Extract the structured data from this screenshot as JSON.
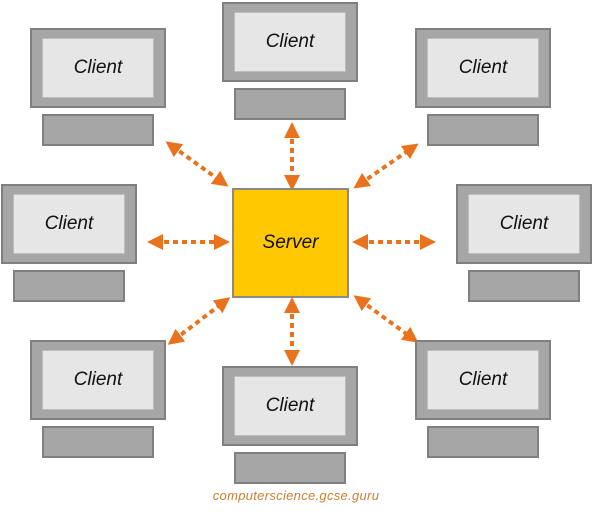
{
  "clients": [
    {
      "label": "Client"
    },
    {
      "label": "Client"
    },
    {
      "label": "Client"
    },
    {
      "label": "Client"
    },
    {
      "label": "Client"
    },
    {
      "label": "Client"
    },
    {
      "label": "Client"
    },
    {
      "label": "Client"
    }
  ],
  "server": {
    "label": "Server"
  },
  "footer": {
    "credit": "computerscience.gcse.guru"
  },
  "colors": {
    "arrow": "#e8731c",
    "server_fill": "#ffc800",
    "device_fill": "#a6a6a6",
    "screen_fill": "#e6e6e6",
    "footer_text": "#cc7f33"
  }
}
